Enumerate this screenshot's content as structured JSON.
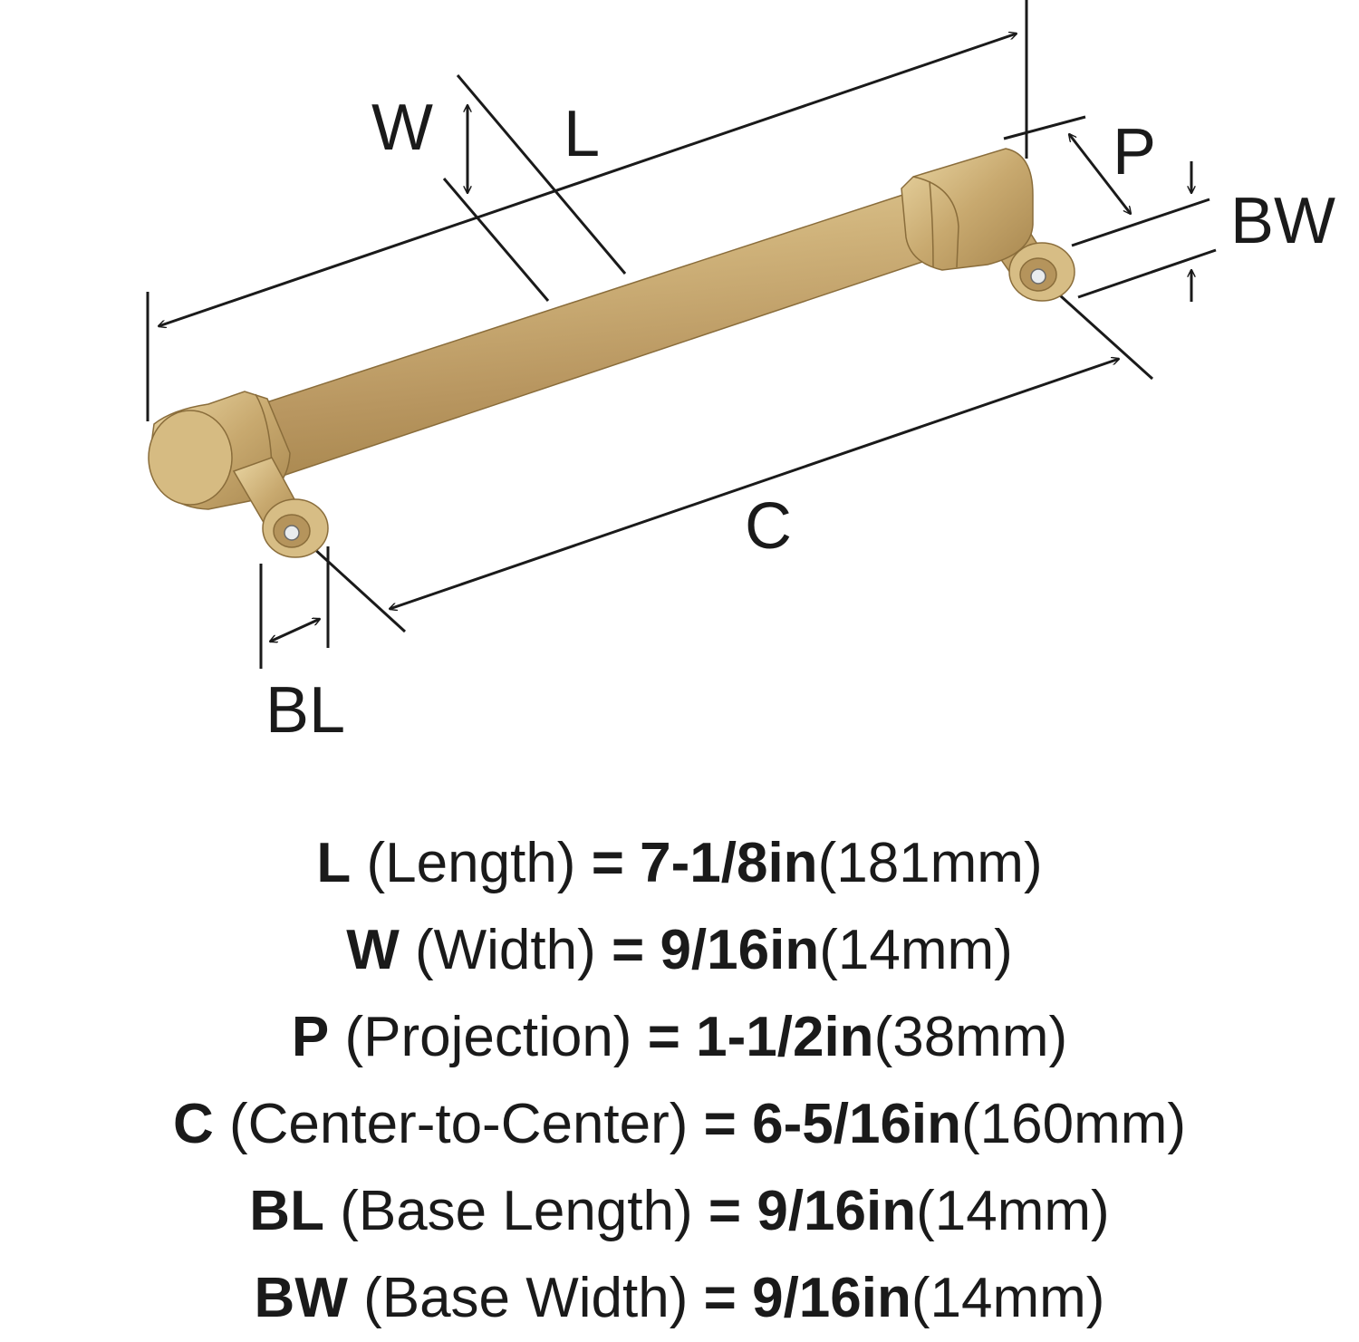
{
  "diagram_labels": {
    "W": "W",
    "L": "L",
    "P": "P",
    "BW": "BW",
    "C": "C",
    "BL": "BL"
  },
  "colors": {
    "finish": "#c9ab72",
    "line": "#1a1a1a"
  },
  "specs": [
    {
      "code": "L",
      "desc": "(Length)",
      "eq": "=",
      "imperial": "7-1/8in",
      "metric": "(181mm)"
    },
    {
      "code": "W",
      "desc": "(Width)",
      "eq": "=",
      "imperial": "9/16in",
      "metric": "(14mm)"
    },
    {
      "code": "P",
      "desc": "(Projection)",
      "eq": "=",
      "imperial": "1-1/2in",
      "metric": "(38mm)"
    },
    {
      "code": "C",
      "desc": "(Center-to-Center)",
      "eq": "=",
      "imperial": "6-5/16in",
      "metric": "(160mm)"
    },
    {
      "code": "BL",
      "desc": "(Base Length)",
      "eq": "=",
      "imperial": "9/16in",
      "metric": "(14mm)"
    },
    {
      "code": "BW",
      "desc": "(Base Width)",
      "eq": "=",
      "imperial": "9/16in",
      "metric": "(14mm)"
    }
  ]
}
